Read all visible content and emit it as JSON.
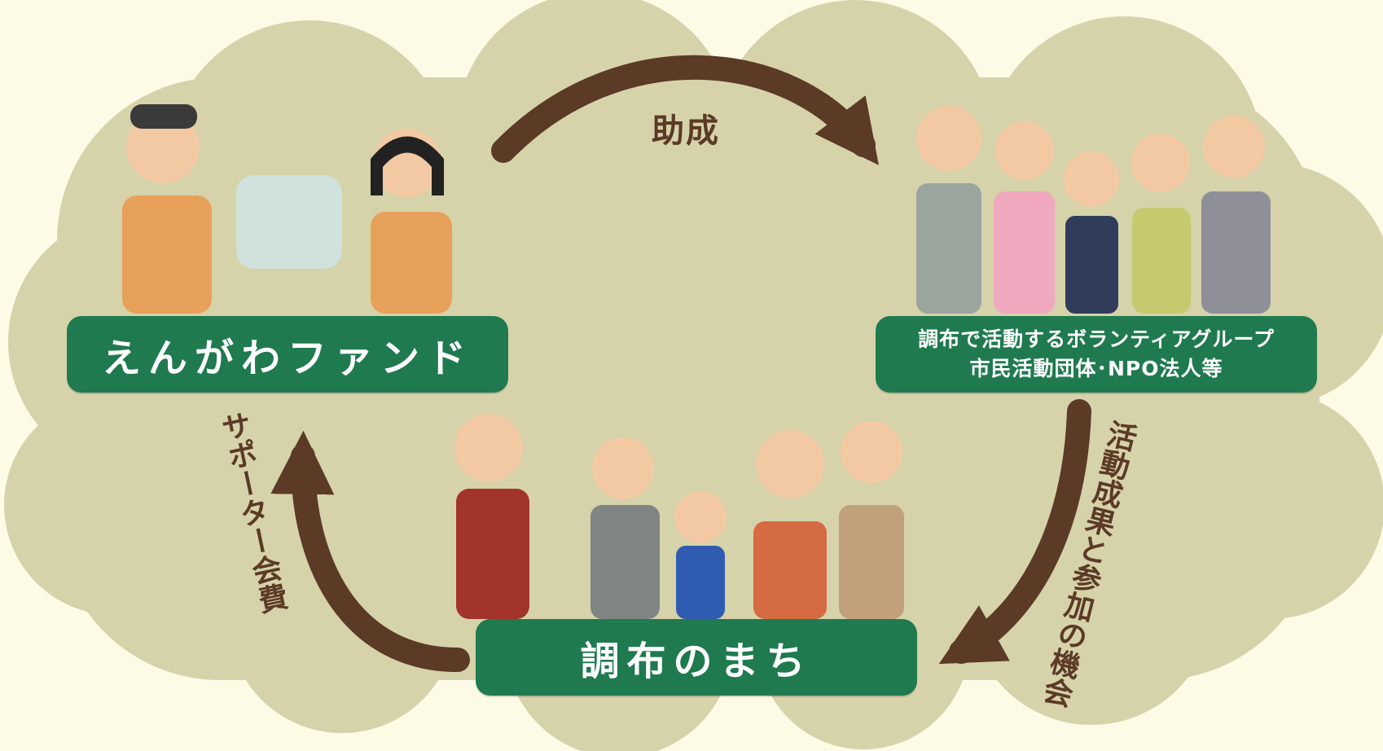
{
  "nodes": {
    "fund": "えんがわファンド",
    "groups_line1": "調布で活動するボランティアグループ",
    "groups_line2": "市民活動団体･NPO法人等",
    "town": "調布のまち"
  },
  "edges": {
    "grant": "助成",
    "results": "活動成果と参加の機会",
    "support": "サポーター会費"
  },
  "colors": {
    "background": "#fdfbe6",
    "cloud": "#d6d3ab",
    "box": "#1f7a4f",
    "arrow": "#5b3a26"
  }
}
